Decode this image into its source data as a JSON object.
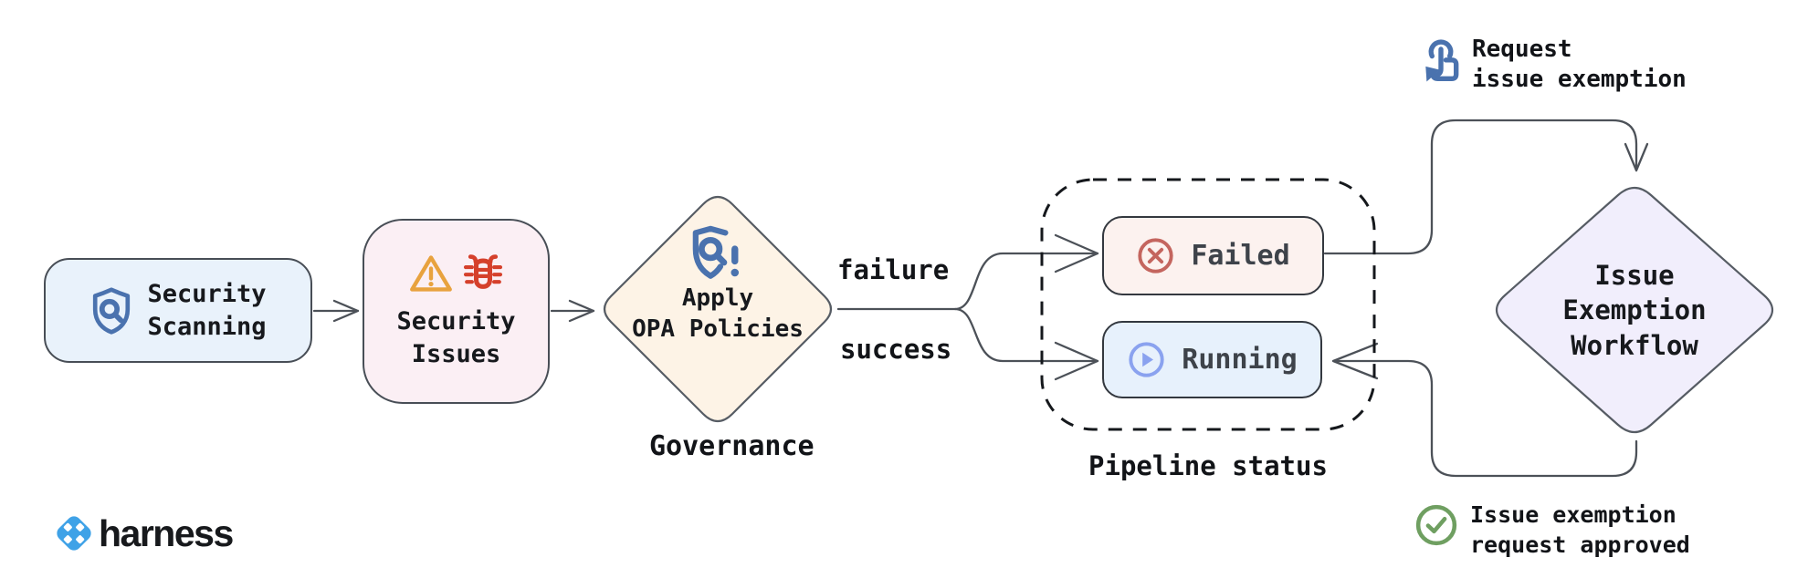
{
  "diagram": {
    "nodes": {
      "security_scanning": {
        "lines": [
          "Security",
          "Scanning"
        ],
        "icon": "shield-search-icon",
        "fill": "#e9f2fb"
      },
      "security_issues": {
        "lines": [
          "Security",
          "Issues"
        ],
        "icons": [
          "warning-triangle-icon",
          "bug-icon"
        ],
        "fill": "#fbeff4"
      },
      "apply_opa": {
        "lines": [
          "Apply",
          "OPA Policies"
        ],
        "icon": "shield-alert-icon",
        "fill": "#fdf3e6",
        "caption": "Governance"
      },
      "failed": {
        "label": "Failed",
        "icon": "circle-x-icon",
        "fill": "#fcf2ef"
      },
      "running": {
        "label": "Running",
        "icon": "circle-play-icon",
        "fill": "#e7f1fc"
      },
      "issue_exemption_workflow": {
        "lines": [
          "Issue",
          "Exemption",
          "Workflow"
        ],
        "fill": "#f1eefc"
      }
    },
    "groups": {
      "pipeline_status": {
        "caption": "Pipeline status",
        "style": "dashed"
      }
    },
    "edges": {
      "failure_label": "failure",
      "success_label": "success"
    },
    "annotations": {
      "request_exemption": {
        "lines": [
          "Request",
          "issue exemption"
        ],
        "icon": "tap-gesture-icon"
      },
      "request_approved": {
        "lines": [
          "Issue exemption",
          "request approved"
        ],
        "icon": "check-circle-icon"
      }
    },
    "colors": {
      "connector": "#4c5158",
      "dashed_border": "#15181c",
      "shield_blue": "#4a72ae",
      "warning_orange": "#e8a23e",
      "bug_red": "#d5402b",
      "failed_red": "#c4655e",
      "running_blue": "#8aa2ef",
      "check_green": "#6f9f61",
      "logo_blue": "#3fa2e7",
      "text": "#17191d"
    }
  },
  "logo": {
    "text": "harness"
  }
}
